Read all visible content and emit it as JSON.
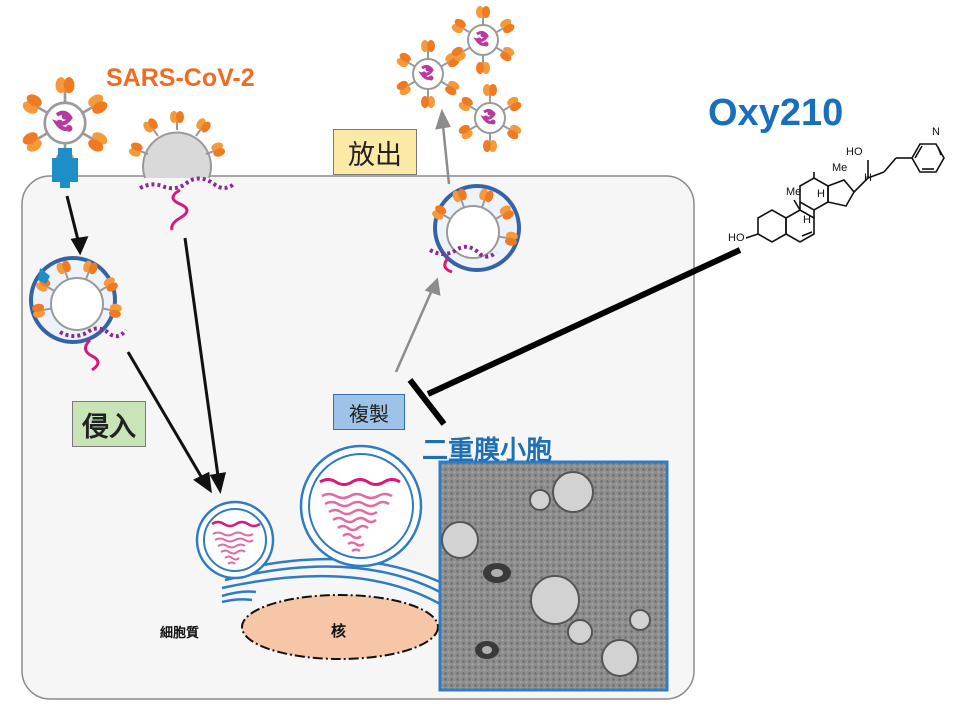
{
  "labels": {
    "virus": "SARS-CoV-2",
    "drug": "Oxy210",
    "release": "放出",
    "entry": "侵入",
    "replication": "複製",
    "dmv": "二重膜小胞",
    "cytoplasm": "細胞質",
    "nucleus": "核"
  },
  "chem_labels": {
    "ho_top": "HO",
    "me_top": "Me",
    "h_right": "H",
    "me_left": "Me",
    "h_mid": "H",
    "h_bottom": "H",
    "ho_left": "HO",
    "n": "N"
  },
  "colors": {
    "virus_orange": "#f26b21",
    "drug_blue": "#1a6fbd",
    "release_fill": "#fde9a6",
    "entry_fill": "#c9e4b7",
    "replication_fill": "#9fc3e8",
    "dmv_blue": "#1f6fb5",
    "nucleus_fill": "#f7c6a6",
    "cell_fill": "#f6f6f6",
    "membrane_blue": "#2f6fb5",
    "spike_orange": "#f59a3a",
    "rna_magenta": "#d6197a",
    "np_purple": "#8a2a9a"
  }
}
